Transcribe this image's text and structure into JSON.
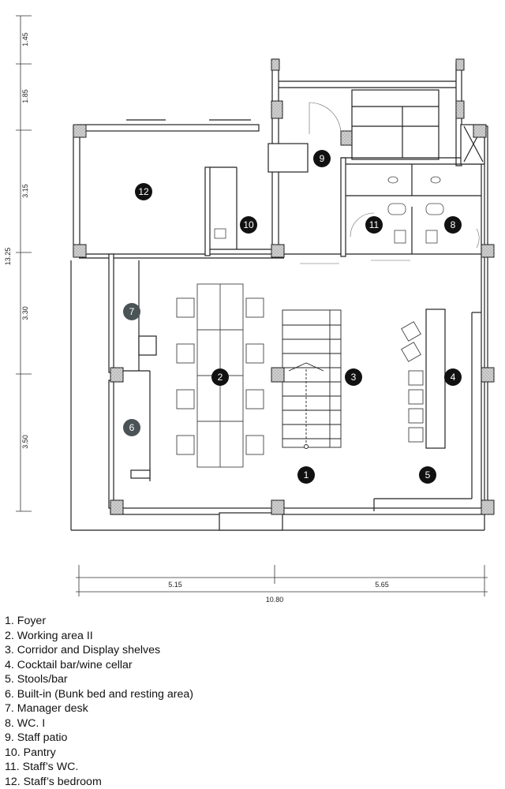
{
  "dimensions": {
    "vertical": [
      "1.45",
      "1.85",
      "3.15",
      "3.30",
      "3.50"
    ],
    "vertical_total": "13.25",
    "horizontal": [
      "5.15",
      "5.65"
    ],
    "horizontal_total": "10.80"
  },
  "markers": [
    {
      "id": "1",
      "style": "dark"
    },
    {
      "id": "2",
      "style": "dark"
    },
    {
      "id": "3",
      "style": "dark"
    },
    {
      "id": "4",
      "style": "dark"
    },
    {
      "id": "5",
      "style": "dark"
    },
    {
      "id": "6",
      "style": "grey"
    },
    {
      "id": "7",
      "style": "grey"
    },
    {
      "id": "8",
      "style": "dark"
    },
    {
      "id": "9",
      "style": "dark"
    },
    {
      "id": "10",
      "style": "dark"
    },
    {
      "id": "11",
      "style": "dark"
    },
    {
      "id": "12",
      "style": "dark"
    }
  ],
  "legend": [
    "1. Foyer",
    "2. Working area II",
    "3. Corridor and Display shelves",
    "4. Cocktail bar/wine cellar",
    "5. Stools/bar",
    "6. Built-in (Bunk bed and resting area)",
    "7. Manager desk",
    "8. WC. I",
    "9. Staff patio",
    "10. Pantry",
    "11. Staff’s WC.",
    "12. Staff’s bedroom"
  ],
  "colors": {
    "wall": "#222222",
    "column": "#c8c8c8",
    "marker_dark": "#111111",
    "marker_grey": "#4a5356"
  }
}
